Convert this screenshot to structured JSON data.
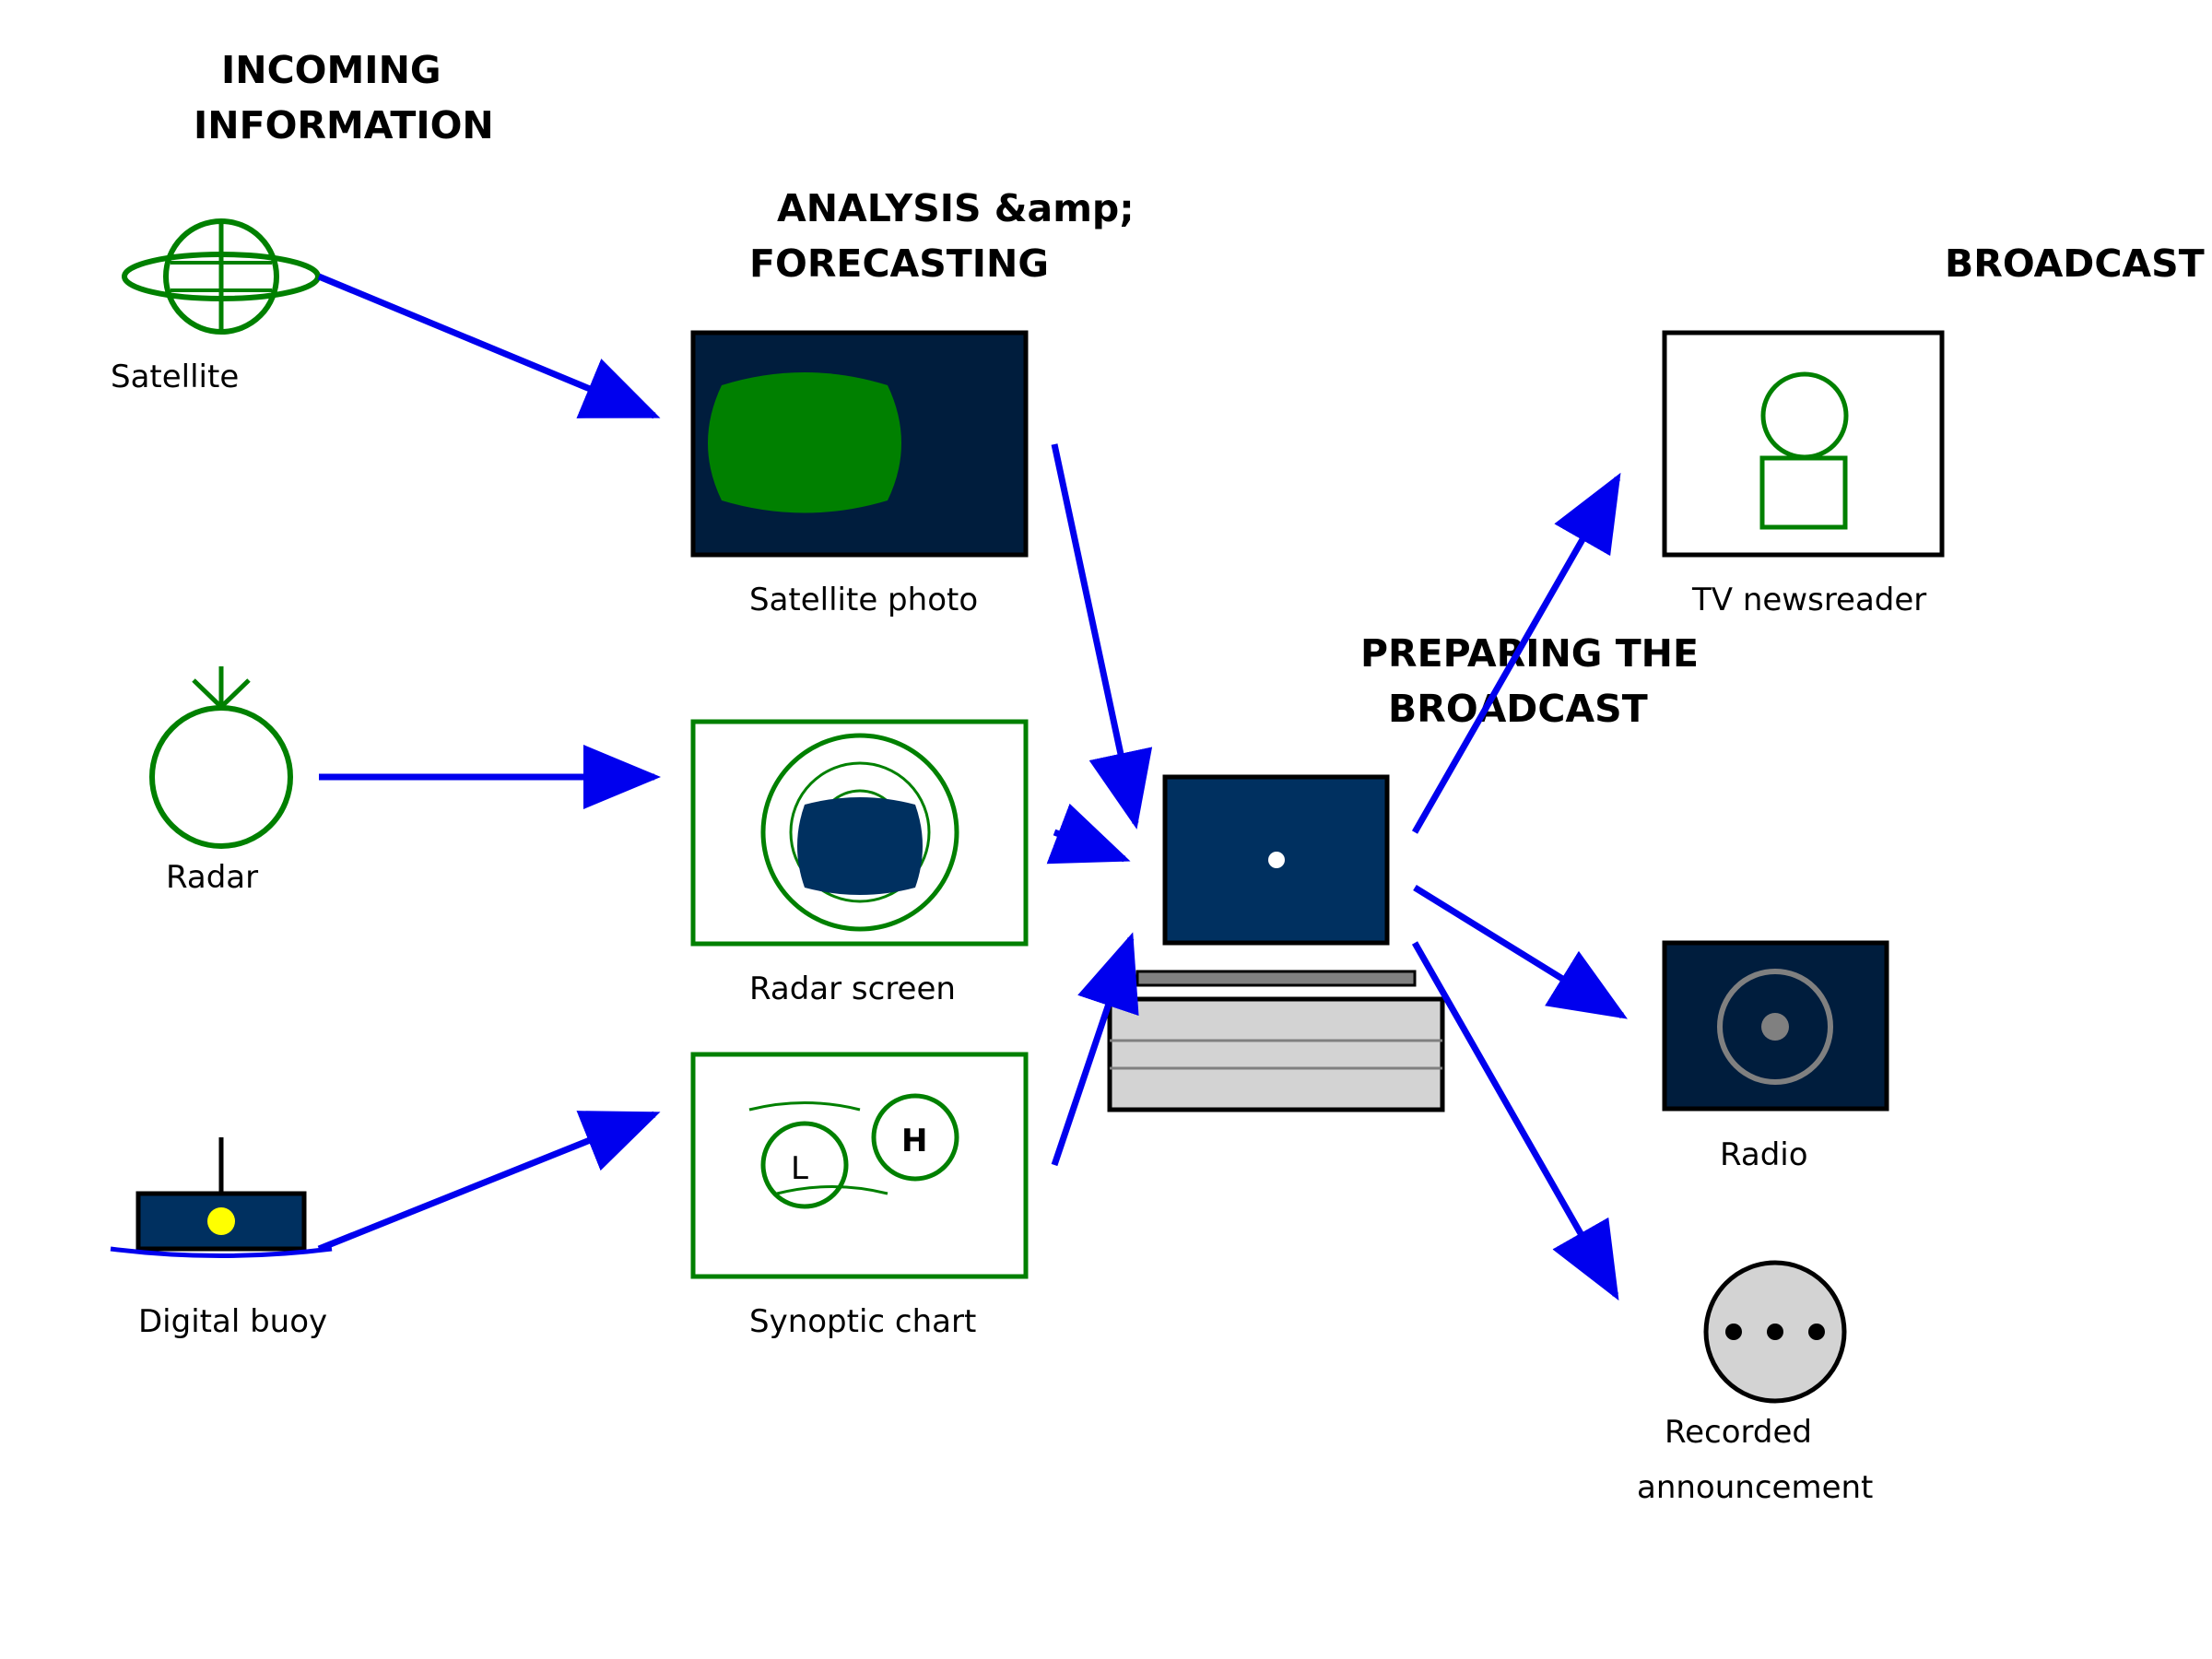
{
  "headings": {
    "incoming_line1": "INCOMING",
    "incoming_line2": "INFORMATION",
    "analysis_line1": "ANALYSIS &amp;",
    "analysis_line2": "FORECASTING",
    "preparing_line1": "PREPARING THE",
    "preparing_line2": "BROADCAST",
    "broadcast": "BROADCAST"
  },
  "sources": {
    "satellite": "Satellite",
    "radar": "Radar",
    "buoy": "Digital buoy"
  },
  "analysis": {
    "satellite_photo": "Satellite photo",
    "radar_screen": "Radar screen",
    "synoptic_chart": "Synoptic chart",
    "low_marker": "L",
    "high_marker": "H"
  },
  "outputs": {
    "tv": "TV newsreader",
    "radio": "Radio",
    "recorded_line1": "Recorded",
    "recorded_line2": "announcement"
  },
  "colors": {
    "arrow": "#0000ee",
    "icon_green": "#008000",
    "screen_dark": "#001d3d",
    "screen_blue": "#003060",
    "buoy_light": "#ffff00",
    "keyboard_grey": "#d3d3d3"
  }
}
